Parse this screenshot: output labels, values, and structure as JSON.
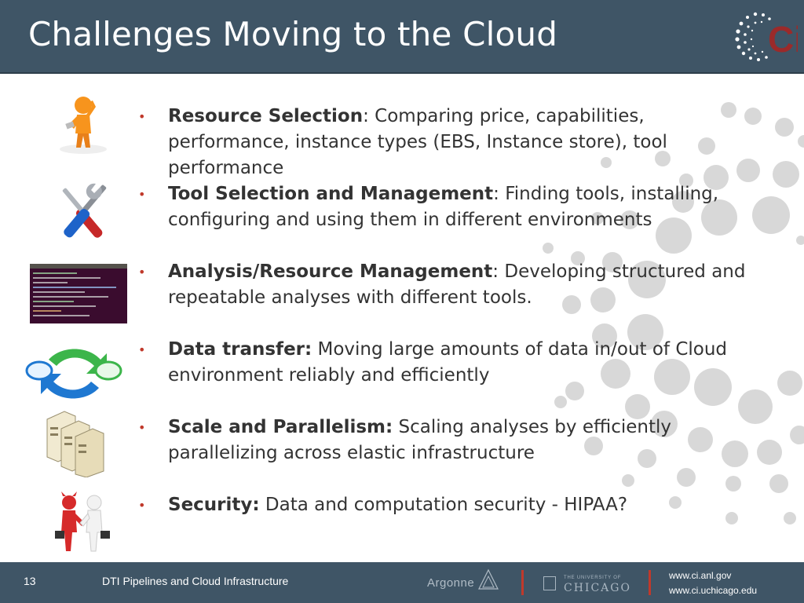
{
  "header": {
    "title": "Challenges Moving to the Cloud",
    "logo_icon": "ci-logo-icon",
    "logo_text": "Ci",
    "background_color": "#3f5566",
    "logo_accent_color": "#9b2a2a"
  },
  "bullets": [
    {
      "bold": "Resource Selection",
      "text": ":  Comparing price, capabilities, performance, instance types (EBS, Instance store), tool performance",
      "icon": "confused-person-icon"
    },
    {
      "bold": "Tool Selection and Management",
      "text": ":  Finding tools, installing, configuring and using them in different environments",
      "icon": "screwdriver-wrench-icon"
    },
    {
      "bold": "Analysis/Resource Management",
      "text": ":  Developing structured and repeatable analyses with different tools.",
      "icon": "terminal-screenshot-icon"
    },
    {
      "bold": "Data transfer:",
      "text": " Moving large amounts of data in/out of Cloud environment reliably and efficiently",
      "icon": "transfer-arrows-icon"
    },
    {
      "bold": "Scale and Parallelism:",
      "text": " Scaling analyses by efficiently parallelizing across elastic infrastructure",
      "icon": "servers-icon"
    },
    {
      "bold": "Security:",
      "text": " Data and computation security - HIPAA?",
      "icon": "devil-handshake-icon"
    }
  ],
  "footer": {
    "page_number": "13",
    "title": "DTI Pipelines and Cloud Infrastructure",
    "argonne_label": "Argonne",
    "uchicago_small": "THE UNIVERSITY OF",
    "uchicago_label": "CHICAGO",
    "url_1": "www.ci.anl.gov",
    "url_2": "www.ci.uchicago.edu"
  },
  "colors": {
    "bar": "#3f5566",
    "bullet": "#c0392b",
    "text": "#333333",
    "bubbles": "#d4d4d4"
  }
}
